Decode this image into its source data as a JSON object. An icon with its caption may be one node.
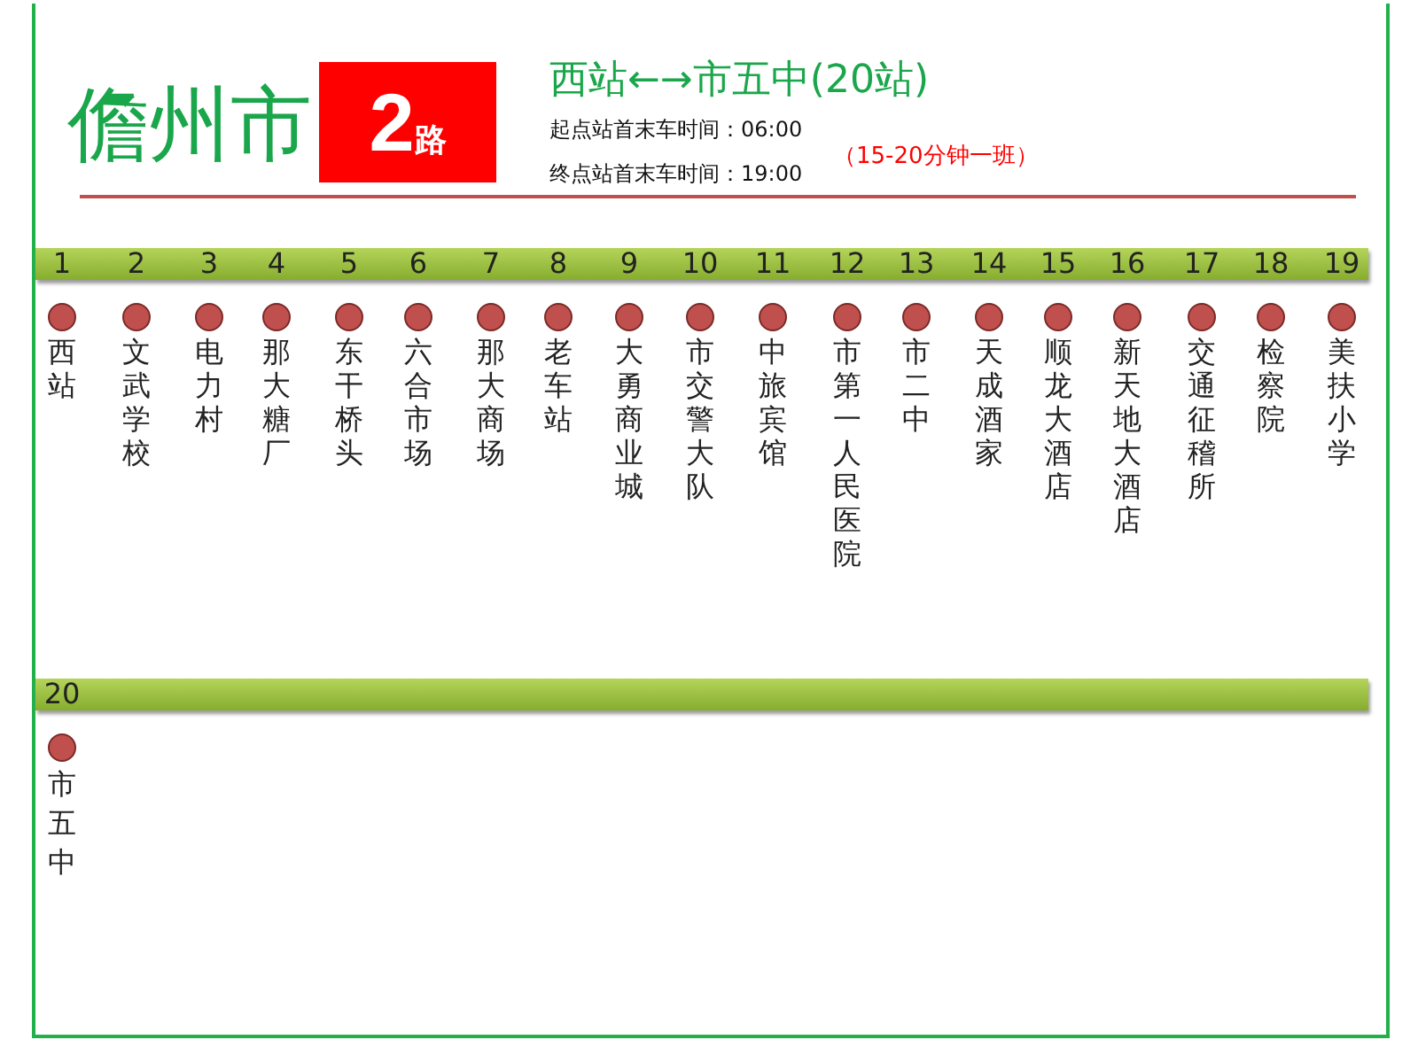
{
  "diagram": {
    "title": "儋州市",
    "nodes": [
      {
        "text": [
          "西站"
        ],
        "beside": [
          "1"
        ]
      },
      {
        "text": [
          "文武学校"
        ],
        "beside": [
          "2"
        ]
      },
      {
        "text": [
          "电力村"
        ],
        "beside": [
          "3"
        ]
      },
      {
        "text": [
          "那大糖厂"
        ],
        "beside": [
          "4"
        ]
      },
      {
        "text": [
          "东干桥头"
        ],
        "beside": [
          "5"
        ]
      },
      {
        "text": [
          "六合市场"
        ],
        "beside": [
          "6"
        ]
      },
      {
        "text": [
          "那大商场"
        ],
        "beside": [
          "7"
        ]
      },
      {
        "text": [
          "老车站"
        ],
        "beside": [
          "8"
        ]
      },
      {
        "text": [
          "大勇商业城"
        ],
        "beside": [
          "9"
        ]
      },
      {
        "text": [
          "市交警大队"
        ],
        "beside": [
          "10"
        ]
      },
      {
        "text": [
          "中旅宾馆"
        ],
        "beside": [
          "11"
        ]
      },
      {
        "text": [
          "市第一人民医院"
        ],
        "beside": [
          "12"
        ]
      },
      {
        "text": [
          "市二中"
        ],
        "beside": [
          "13"
        ]
      },
      {
        "text": [
          "天成酒家"
        ],
        "beside": [
          "14"
        ]
      },
      {
        "text": [
          "顺龙大酒店"
        ],
        "beside": [
          "15"
        ]
      },
      {
        "text": [
          "新天地大酒店"
        ],
        "beside": [
          "16"
        ]
      },
      {
        "text": [
          "交通征稽所"
        ],
        "beside": [
          "17"
        ]
      },
      {
        "text": [
          "检察院"
        ],
        "beside": [
          "18"
        ]
      },
      {
        "text": [
          "美扶小学"
        ],
        "beside": [
          "19"
        ]
      },
      {
        "text": [
          "市五中"
        ],
        "beside": [
          "20"
        ]
      }
    ],
    "labels": [
      "2$_{路}$",
      "西站←→市五中(20站)",
      "起点站首末车时间：06:00",
      "终点站首末车时间：19:00",
      "（15-20分钟一班）"
    ]
  }
}
